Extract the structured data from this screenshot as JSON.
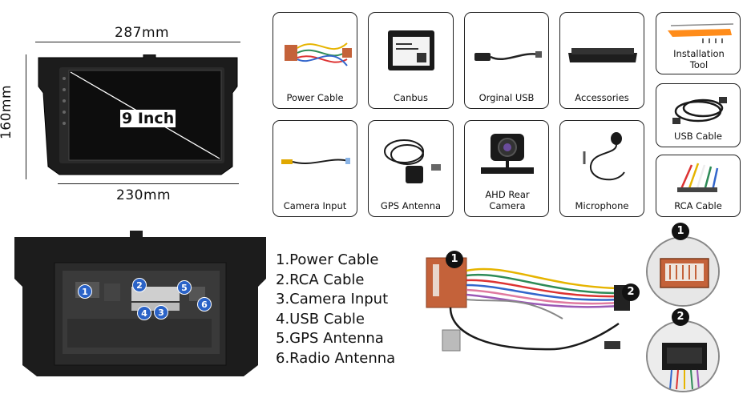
{
  "dimensions": {
    "width_top": "287mm",
    "width_bottom": "230mm",
    "height": "160mm",
    "screen_size": "9 Inch"
  },
  "accessories": [
    {
      "label": "Power Cable",
      "icon": "power-cable-icon"
    },
    {
      "label": "Canbus",
      "icon": "canbus-icon"
    },
    {
      "label": "Orginal USB",
      "icon": "usb-adapter-icon"
    },
    {
      "label": "Accessories",
      "icon": "trim-accessory-icon"
    },
    {
      "label": "Installation Tool",
      "icon": "installation-tool-icon"
    },
    {
      "label": "USB Cable",
      "icon": "usb-cable-icon"
    },
    {
      "label": "Camera Input",
      "icon": "camera-input-cable-icon"
    },
    {
      "label": "GPS Antenna",
      "icon": "gps-antenna-icon"
    },
    {
      "label": "AHD Rear Camera",
      "icon": "rear-camera-icon"
    },
    {
      "label": "Microphone",
      "icon": "microphone-icon"
    },
    {
      "label": "RCA Cable",
      "icon": "rca-cable-icon"
    }
  ],
  "ports_legend": [
    "1.Power Cable",
    "2.RCA Cable",
    "3.Camera Input",
    "4.USB Cable",
    "5.GPS Antenna",
    "6.Radio Antenna"
  ],
  "port_badges": [
    "1",
    "2",
    "3",
    "4",
    "5",
    "6"
  ],
  "harness_markers": [
    "1",
    "2"
  ],
  "colors": {
    "badge_blue": "#2b63c7",
    "connector_orange": "#c4623a",
    "frame_black": "#1a1a1a"
  }
}
